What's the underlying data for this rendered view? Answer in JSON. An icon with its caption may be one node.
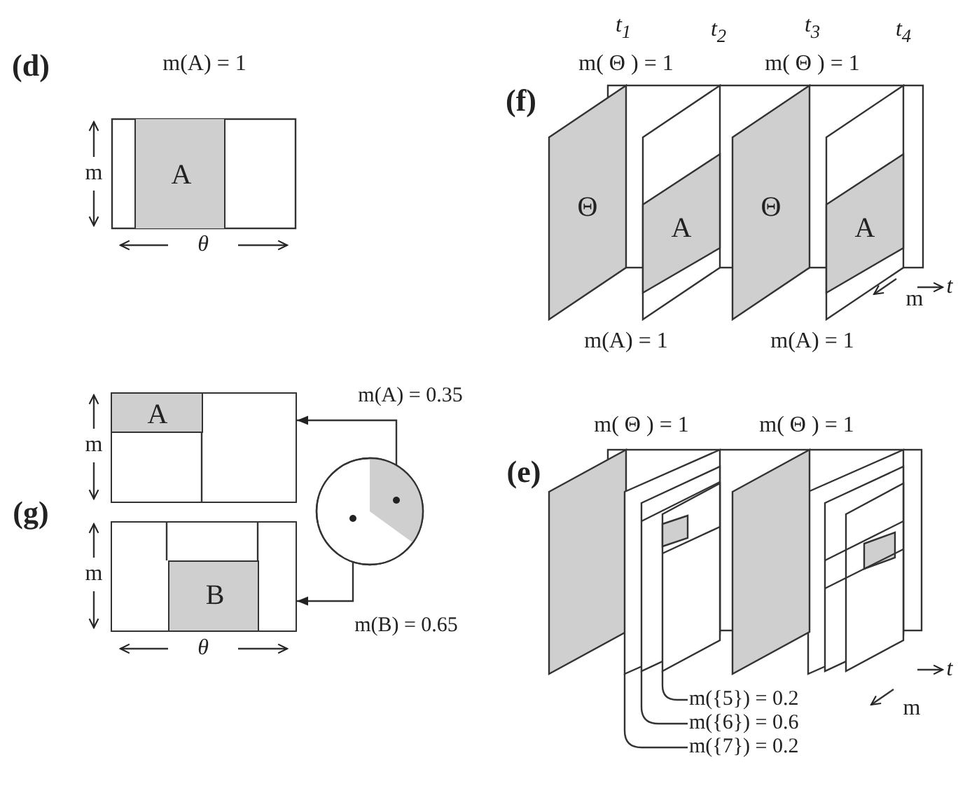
{
  "diagram": {
    "nodes": [
      {
        "text": [
          "A"
        ]
      },
      {
        "text": [
          "Θ"
        ]
      },
      {
        "text": [
          "A"
        ]
      },
      {
        "text": [
          "Θ"
        ]
      },
      {
        "text": [
          "A"
        ]
      },
      {
        "text": [],
        "shape": "box"
      },
      {
        "text": [
          "A"
        ],
        "in": 5
      },
      {
        "text": [],
        "shape": "box"
      },
      {
        "text": [
          "B"
        ],
        "in": 7
      },
      {
        "text": [],
        "shape": "circle"
      },
      {
        "text": [
          "m({5}) = 0.2"
        ]
      },
      {
        "text": [
          "m({6}) = 0.6"
        ]
      },
      {
        "text": [
          "m({7}) = 0.2"
        ]
      },
      {
        "text": [],
        "shape": "parallelogram"
      },
      {
        "text": [],
        "shape": "parallelogram",
        "in": 13
      },
      {
        "text": [],
        "shape": "parallelogram",
        "in": 14
      }
    ],
    "edges": [
      {
        "from": 9,
        "to": 5,
        "arrow": "to",
        "label": "m(A) = 0.35"
      },
      {
        "from": 9,
        "to": 7,
        "arrow": "to",
        "label": "m(B) = 0.65"
      },
      {
        "from": 10,
        "to": 15,
        "arrow": "none"
      },
      {
        "from": 11,
        "to": 14,
        "arrow": "none"
      },
      {
        "from": 12,
        "to": 13,
        "arrow": "none"
      }
    ],
    "labels": [
      "(d)",
      "m(A) = 1",
      "m",
      "θ",
      "t$_{1}$",
      "t$_{2}$",
      "t$_{3}$",
      "t$_{4}$",
      "m( Θ ) = 1",
      "m( Θ ) = 1",
      "(f)",
      "t",
      "m",
      "m(A) = 1",
      "m(A) = 1",
      "m",
      "(g)",
      "m",
      "θ",
      "m( Θ ) = 1",
      "m( Θ ) = 1",
      "(e)",
      "t",
      "m"
    ]
  }
}
